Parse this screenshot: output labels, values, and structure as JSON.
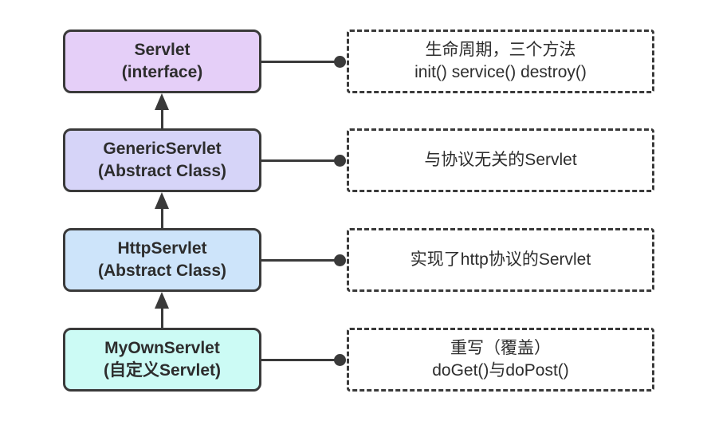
{
  "diagram": {
    "description": "Servlet inheritance hierarchy with annotations",
    "colors": {
      "background": "#ffffff",
      "line": "#3a3a3a",
      "text": "#2d2d2d",
      "servlet_fill": "#e5cff8",
      "generic_servlet_fill": "#d6d4f8",
      "http_servlet_fill": "#cde4fa",
      "my_own_servlet_fill": "#ccfbf5"
    },
    "rows": [
      {
        "node": {
          "name": "Servlet",
          "subtitle": "(interface)",
          "fill": "#e5cff8"
        },
        "note": {
          "line1": "生命周期，三个方法",
          "line2": "init() service() destroy()"
        }
      },
      {
        "node": {
          "name": "GenericServlet",
          "subtitle": "(Abstract Class)",
          "fill": "#d6d4f8"
        },
        "note": {
          "line1": "与协议无关的Servlet",
          "line2": ""
        }
      },
      {
        "node": {
          "name": "HttpServlet",
          "subtitle": "(Abstract Class)",
          "fill": "#cde4fa"
        },
        "note": {
          "line1": "实现了http协议的Servlet",
          "line2": ""
        }
      },
      {
        "node": {
          "name": "MyOwnServlet",
          "subtitle": "(自定义Servlet)",
          "fill": "#ccfbf5"
        },
        "note": {
          "line1": "重写（覆盖）",
          "line2": "doGet()与doPost()"
        }
      }
    ]
  }
}
